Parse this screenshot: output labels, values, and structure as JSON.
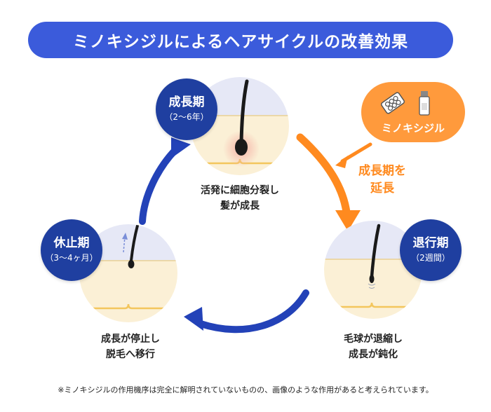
{
  "title": "ミノキシジルによるヘアサイクルの改善効果",
  "phases": {
    "anagen": {
      "name": "成長期",
      "duration": "（2〜6年）",
      "description_lines": [
        "活発に細胞分裂し",
        "髪が成長"
      ]
    },
    "catagen": {
      "name": "退行期",
      "duration": "（2週間）",
      "description_lines": [
        "毛球が退縮し",
        "成長が鈍化"
      ]
    },
    "telogen": {
      "name": "休止期",
      "duration": "（3〜4ヶ月）",
      "description_lines": [
        "成長が停止し",
        "脱毛へ移行"
      ]
    }
  },
  "drug": {
    "label": "ミノキシジル",
    "effect_lines": [
      "成長期を",
      "延長"
    ],
    "icons": [
      "pill-blister-icon",
      "bottle-icon"
    ]
  },
  "footnote": "※ミノキシジルの作用機序は完全に解明されていないものの、画像のような作用があると考えられています。",
  "colors": {
    "primary_blue": "#3b5bdb",
    "badge_navy": "#1f3fa0",
    "accent_orange": "#ff9a3c",
    "arrow_blue": "#2342b8",
    "scalp_top": "#e6e8f6",
    "scalp_skin": "#fbf0d6",
    "hair": "#1a1a1a"
  }
}
